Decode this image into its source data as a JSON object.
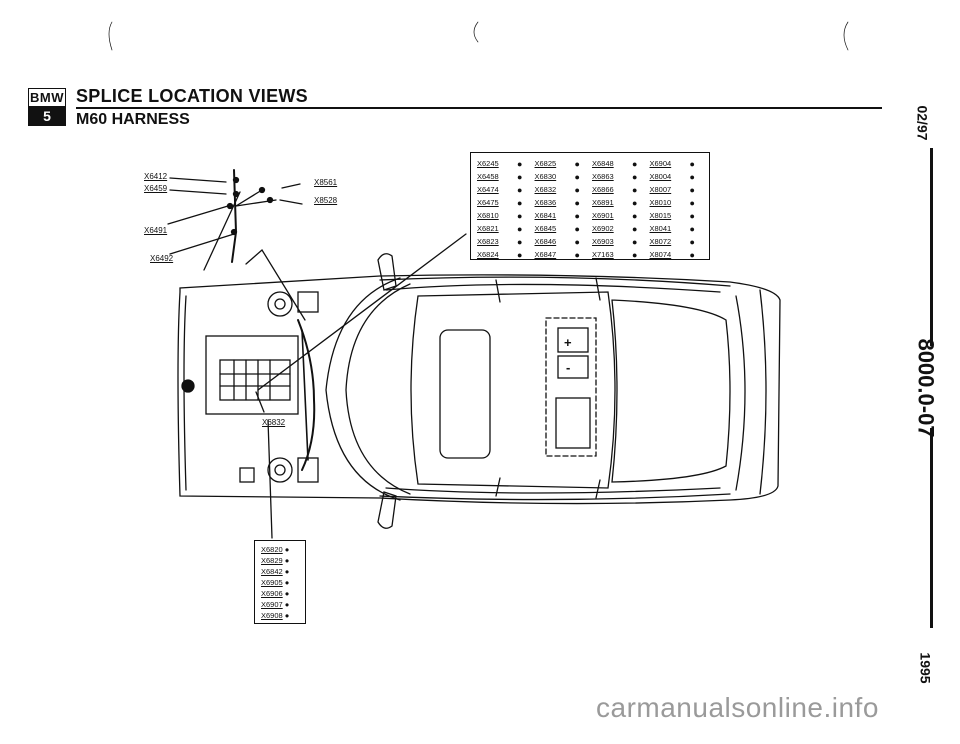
{
  "header": {
    "logo_top": "BMW",
    "logo_bottom": "5",
    "title": "SPLICE LOCATION VIEWS",
    "subtitle": "M60 HARNESS"
  },
  "side": {
    "date": "02/97",
    "page_code": "8000.0-07",
    "year": "1995"
  },
  "callouts": {
    "x6412": "X6412",
    "x6459": "X6459",
    "x8561": "X8561",
    "x8528": "X8528",
    "x6491": "X6491",
    "x6492": "X6492",
    "x6832": "X6832"
  },
  "splice_grid": [
    [
      "X6245",
      "X6825",
      "X6848",
      "X6904"
    ],
    [
      "X6458",
      "X6830",
      "X6863",
      "X8004"
    ],
    [
      "X6474",
      "X6832",
      "X6866",
      "X8007"
    ],
    [
      "X6475",
      "X6836",
      "X6891",
      "X8010"
    ],
    [
      "X6810",
      "X6841",
      "X6901",
      "X8015"
    ],
    [
      "X6821",
      "X6845",
      "X6902",
      "X8041"
    ],
    [
      "X6823",
      "X6846",
      "X6903",
      "X8072"
    ],
    [
      "X6824",
      "X6847",
      "X7163",
      "X8074"
    ]
  ],
  "splice_list": [
    "X6820",
    "X6829",
    "X6842",
    "X6905",
    "X6906",
    "X6907",
    "X6908"
  ],
  "battery": {
    "plus": "+",
    "minus": "-"
  },
  "watermark": "carmanualsonline.info"
}
